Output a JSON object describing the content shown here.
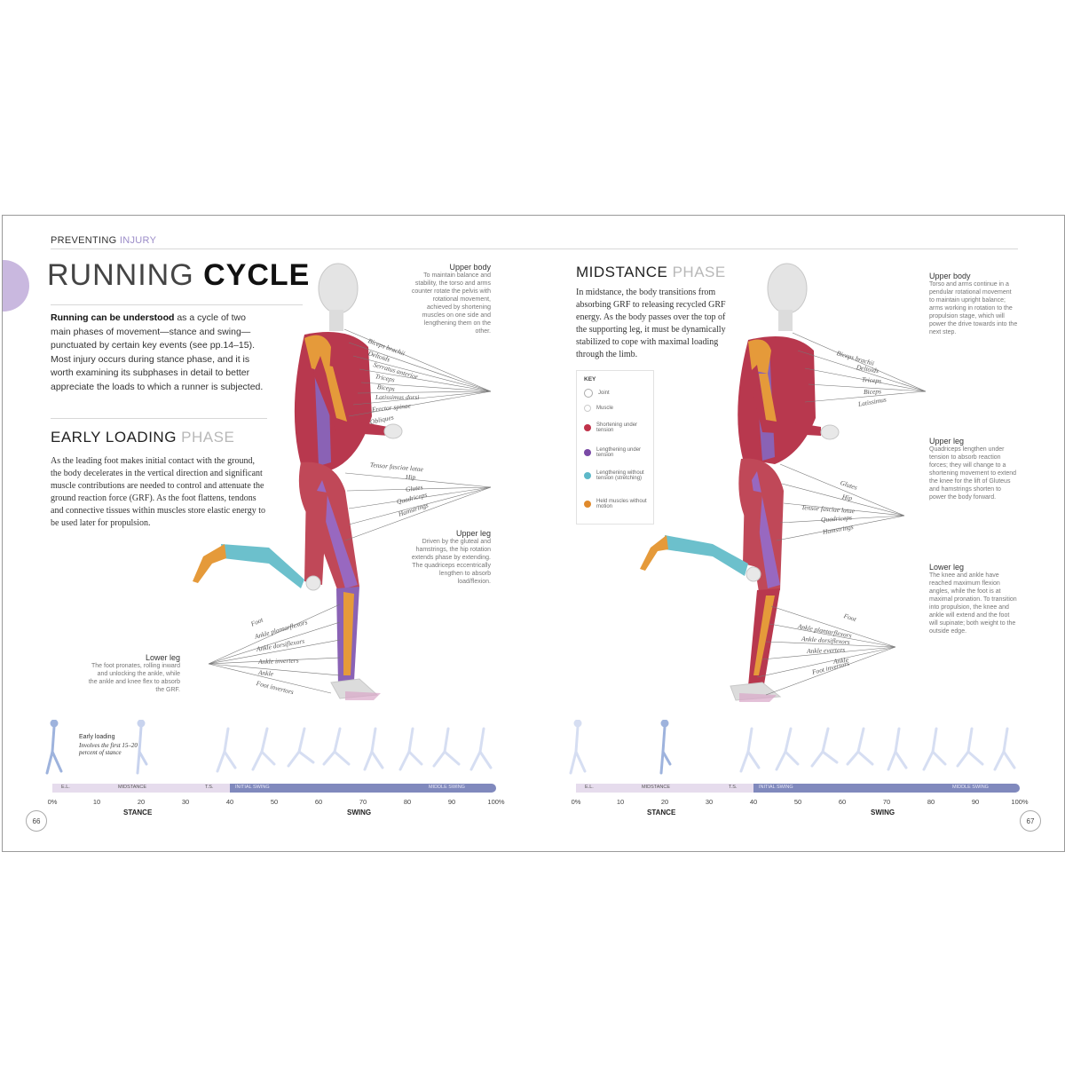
{
  "left": {
    "section_label_a": "PREVENTING",
    "section_label_b": "INJURY",
    "title_light": "RUNNING",
    "title_bold": "CYCLE",
    "intro_bold": "Running can be understood",
    "intro_rest": "as a cycle of two main phases of movement—stance and swing—punctuated by certain key events (see pp.14–15). Most injury occurs during stance phase, and it is worth examining its subphases in detail to better appreciate the loads to which a runner is subjected.",
    "h2_dark": "EARLY LOADING",
    "h2_light": "PHASE",
    "body": "As the leading foot makes initial contact with the ground, the body decelerates in the vertical direction and significant muscle contributions are needed to control and attenuate the ground reaction force (GRF). As the foot flattens, tendons and connective tissues within muscles store elastic energy to be used later for propulsion.",
    "upper_body_title": "Upper body",
    "upper_body_text": "To maintain balance and stability, the torso and arms counter rotate the pelvis with rotational movement, achieved by shortening muscles on one side and lengthening them on the other.",
    "upper_leg_title": "Upper leg",
    "upper_leg_text": "Driven by the gluteal and hamstrings, the hip rotation extends phase by extending. The quadriceps eccentrically lengthen to absorb load/flexion.",
    "lower_leg_title": "Lower leg",
    "lower_leg_text": "The foot pronates, rolling inward and unlocking the ankle, while the ankle and knee flex to absorb the GRF.",
    "upper_muscles": [
      "Biceps brachii",
      "Deltoids",
      "Serratus anterior",
      "Triceps",
      "Biceps",
      "Latissimus dorsi",
      "Erector spinae",
      "Obliques"
    ],
    "mid_muscles": [
      "Tensor fasciae latae",
      "Hip",
      "Glutes",
      "Quadriceps",
      "Hamstrings"
    ],
    "lower_muscles": [
      "Foot",
      "Ankle plantarflexors",
      "Ankle dorsiflexors",
      "Ankle inverters",
      "Ankle",
      "Foot invertors"
    ],
    "early_note_title": "Early loading",
    "early_note_text": "Involves the first 15–20 percent of stance",
    "page_number": "66"
  },
  "right": {
    "h2_dark": "MIDSTANCE",
    "h2_light": "PHASE",
    "body": "In midstance, the body transitions from absorbing GRF to releasing recycled GRF energy. As the body passes over the top of the supporting leg, it must be dynamically stabilized to cope with maximal loading through the limb.",
    "upper_body_title": "Upper body",
    "upper_body_text": "Torso and arms continue in a pendular rotational movement to maintain upright balance; arms working in rotation to the propulsion stage, which will power the drive towards into the next step.",
    "upper_leg_title": "Upper leg",
    "upper_leg_text": "Quadriceps lengthen under tension to absorb reaction forces; they will change to a shortening movement to extend the knee for the lift of Gluteus and hamstrings shorten to power the body forward.",
    "lower_leg_title": "Lower leg",
    "lower_leg_text": "The knee and ankle have reached maximum flexion angles, while the foot is at maximal pronation. To transition into propulsion, the knee and ankle will extend and the foot will supinate; both weight to the outside edge.",
    "upper_muscles": [
      "Biceps brachii",
      "Deltoids",
      "Triceps",
      "Biceps",
      "Latissimus"
    ],
    "mid_muscles": [
      "Glutes",
      "Hip",
      "Tensor fasciae latae",
      "Quadriceps",
      "Hamstrings"
    ],
    "lower_muscles": [
      "Foot",
      "Ankle plantarflexors",
      "Ankle dorsiflexors",
      "Ankle everters",
      "Ankle",
      "Foot invertors"
    ],
    "page_number": "67"
  },
  "key": {
    "title": "KEY",
    "items": [
      {
        "label": "Joint",
        "color": "#ffffff"
      },
      {
        "label": "Muscle",
        "color": "#ffffff"
      },
      {
        "label": "Shortening under tension",
        "color": "#c0324a"
      },
      {
        "label": "Lengthening under tension",
        "color": "#7a4aa6"
      },
      {
        "label": "Lengthening without tension (stretching)",
        "color": "#5db8c8"
      },
      {
        "label": "Held muscles without motion",
        "color": "#e08a2c"
      }
    ]
  },
  "timeline": {
    "left_labels": [
      "E.L.",
      "MIDSTANCE",
      "T.S.",
      "INITIAL SWING",
      "MIDDLE SWING"
    ],
    "right_labels": [
      "E.L.",
      "MIDSTANCE",
      "T.S.",
      "INITIAL SWING",
      "MIDDLE SWING"
    ],
    "ticks": [
      "0%",
      "10",
      "20",
      "30",
      "40",
      "50",
      "60",
      "70",
      "80",
      "90",
      "100%"
    ],
    "stance": "STANCE",
    "swing": "SWING"
  }
}
